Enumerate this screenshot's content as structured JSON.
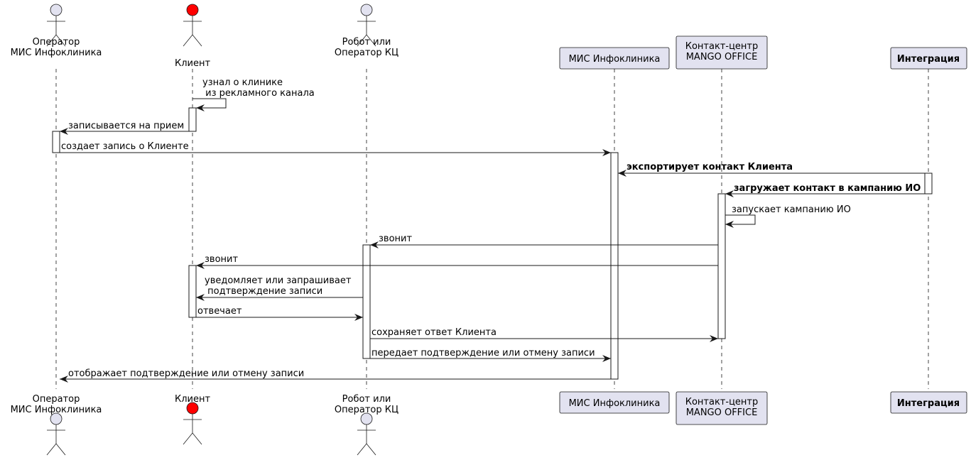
{
  "participants": [
    {
      "id": "operator",
      "kind": "actor",
      "name_lines": [
        "Оператор",
        "МИС Инфоклиника"
      ],
      "fill": "#E2E2F0"
    },
    {
      "id": "client",
      "kind": "actor",
      "name_lines": [
        "Клиент"
      ],
      "fill": "#FF0000"
    },
    {
      "id": "robot",
      "kind": "actor",
      "name_lines": [
        "Робот или",
        "Оператор КЦ"
      ],
      "fill": "#E2E2F0"
    },
    {
      "id": "mis",
      "kind": "box",
      "name_lines": [
        "МИС Инфоклиника"
      ],
      "fill": "#E2E2F0"
    },
    {
      "id": "cc",
      "kind": "box",
      "name_lines": [
        "Контакт-центр",
        "MANGO OFFICE"
      ],
      "fill": "#E2E2F0"
    },
    {
      "id": "integration",
      "kind": "box",
      "bold": true,
      "name_lines": [
        "Интеграция"
      ],
      "fill": "#E2E2F0"
    }
  ],
  "messages": [
    {
      "from": "client",
      "to": "client",
      "lines": [
        "узнал о клинике",
        " из рекламного канала"
      ]
    },
    {
      "from": "client",
      "to": "operator",
      "lines": [
        "записывается на прием"
      ]
    },
    {
      "from": "operator",
      "to": "mis",
      "lines": [
        "создает запись о Клиенте"
      ]
    },
    {
      "from": "integration",
      "to": "mis",
      "bold": true,
      "lines": [
        "экспортирует контакт Клиента"
      ]
    },
    {
      "from": "integration",
      "to": "cc",
      "bold": true,
      "lines": [
        "загружает контакт в кампанию ИО"
      ]
    },
    {
      "from": "cc",
      "to": "cc",
      "lines": [
        "запускает кампанию ИО"
      ]
    },
    {
      "from": "cc",
      "to": "robot",
      "lines": [
        "звонит"
      ]
    },
    {
      "from": "cc",
      "to": "client",
      "lines": [
        "звонит"
      ]
    },
    {
      "from": "robot",
      "to": "client",
      "lines": [
        "уведомляет или запрашивает",
        " подтверждение записи"
      ]
    },
    {
      "from": "client",
      "to": "robot",
      "lines": [
        "отвечает"
      ]
    },
    {
      "from": "robot",
      "to": "cc",
      "lines": [
        "сохраняет ответ Клиента"
      ]
    },
    {
      "from": "robot",
      "to": "mis",
      "lines": [
        "передает подтверждение или отмену записи"
      ]
    },
    {
      "from": "mis",
      "to": "operator",
      "lines": [
        "отображает подтверждение или отмену записи"
      ]
    }
  ]
}
